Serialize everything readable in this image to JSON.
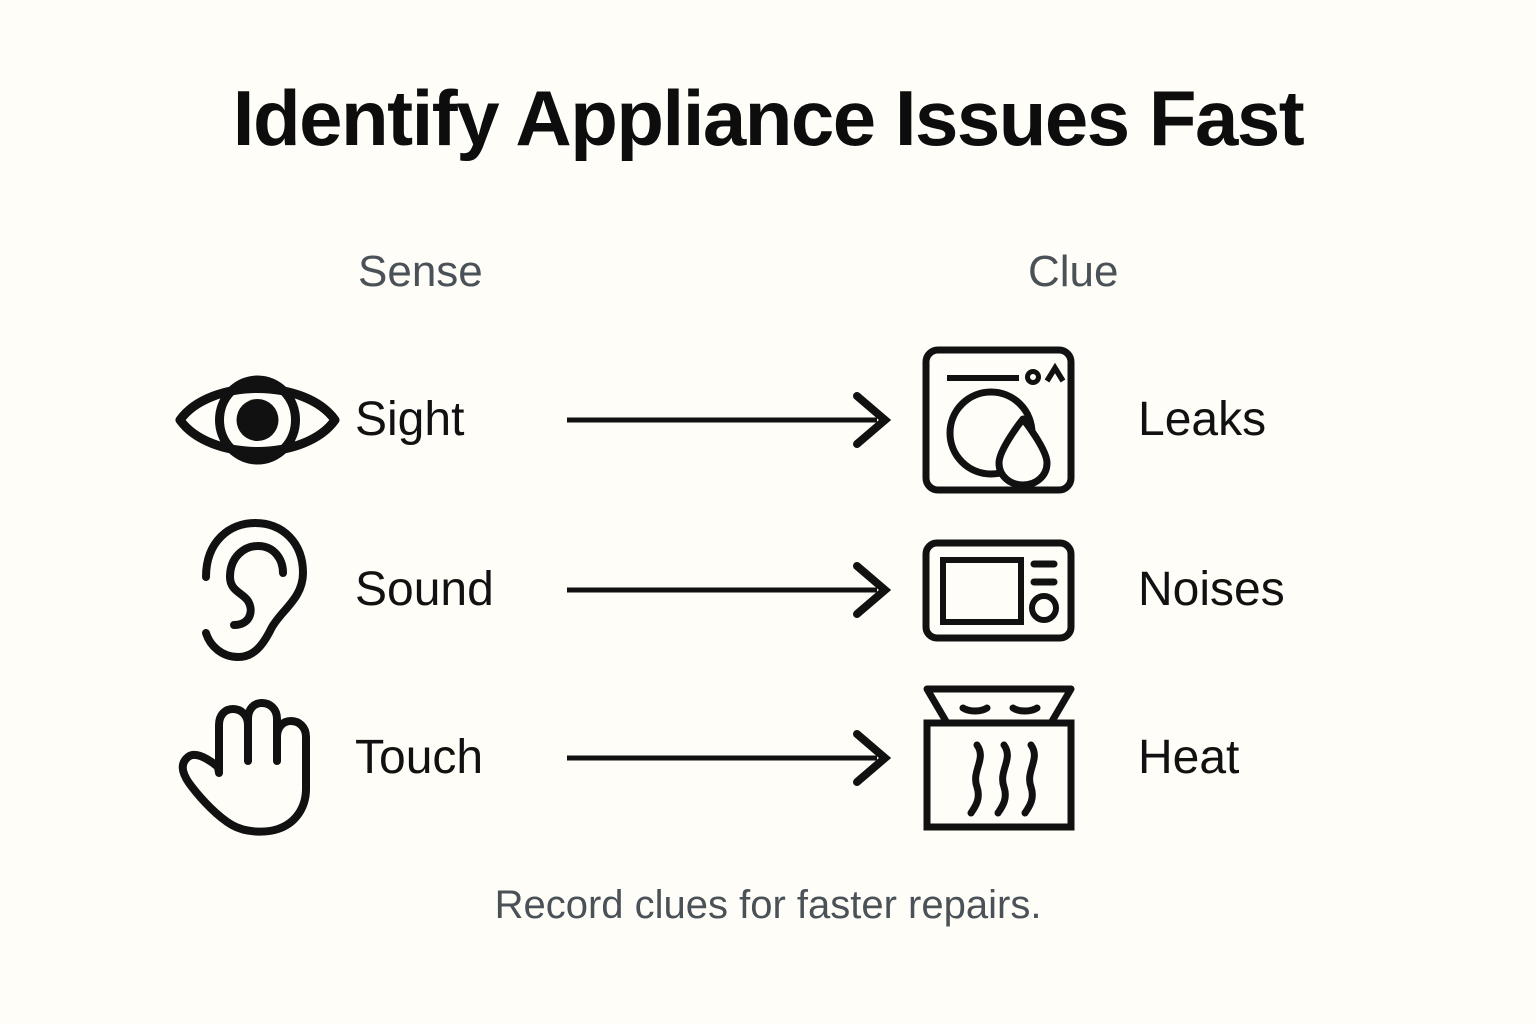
{
  "title": "Identify Appliance Issues Fast",
  "headers": {
    "left": "Sense",
    "right": "Clue"
  },
  "rows": [
    {
      "sense_label": "Sight",
      "sense_icon": "eye-icon",
      "clue_label": "Leaks",
      "clue_icon": "washing-machine-leak-icon",
      "arrow": "arrow-right-icon"
    },
    {
      "sense_label": "Sound",
      "sense_icon": "ear-icon",
      "clue_label": "Noises",
      "clue_icon": "microwave-icon",
      "arrow": "arrow-right-icon"
    },
    {
      "sense_label": "Touch",
      "sense_icon": "hand-icon",
      "clue_label": "Heat",
      "clue_icon": "oven-heat-icon",
      "arrow": "arrow-right-icon"
    }
  ],
  "footer": "Record clues for faster repairs.",
  "colors": {
    "background": "#FEFDF8",
    "title_text": "#0D0D0D",
    "header_text": "#4A5258",
    "body_text": "#111111",
    "footer_text": "#4A5258",
    "stroke": "#111111"
  }
}
